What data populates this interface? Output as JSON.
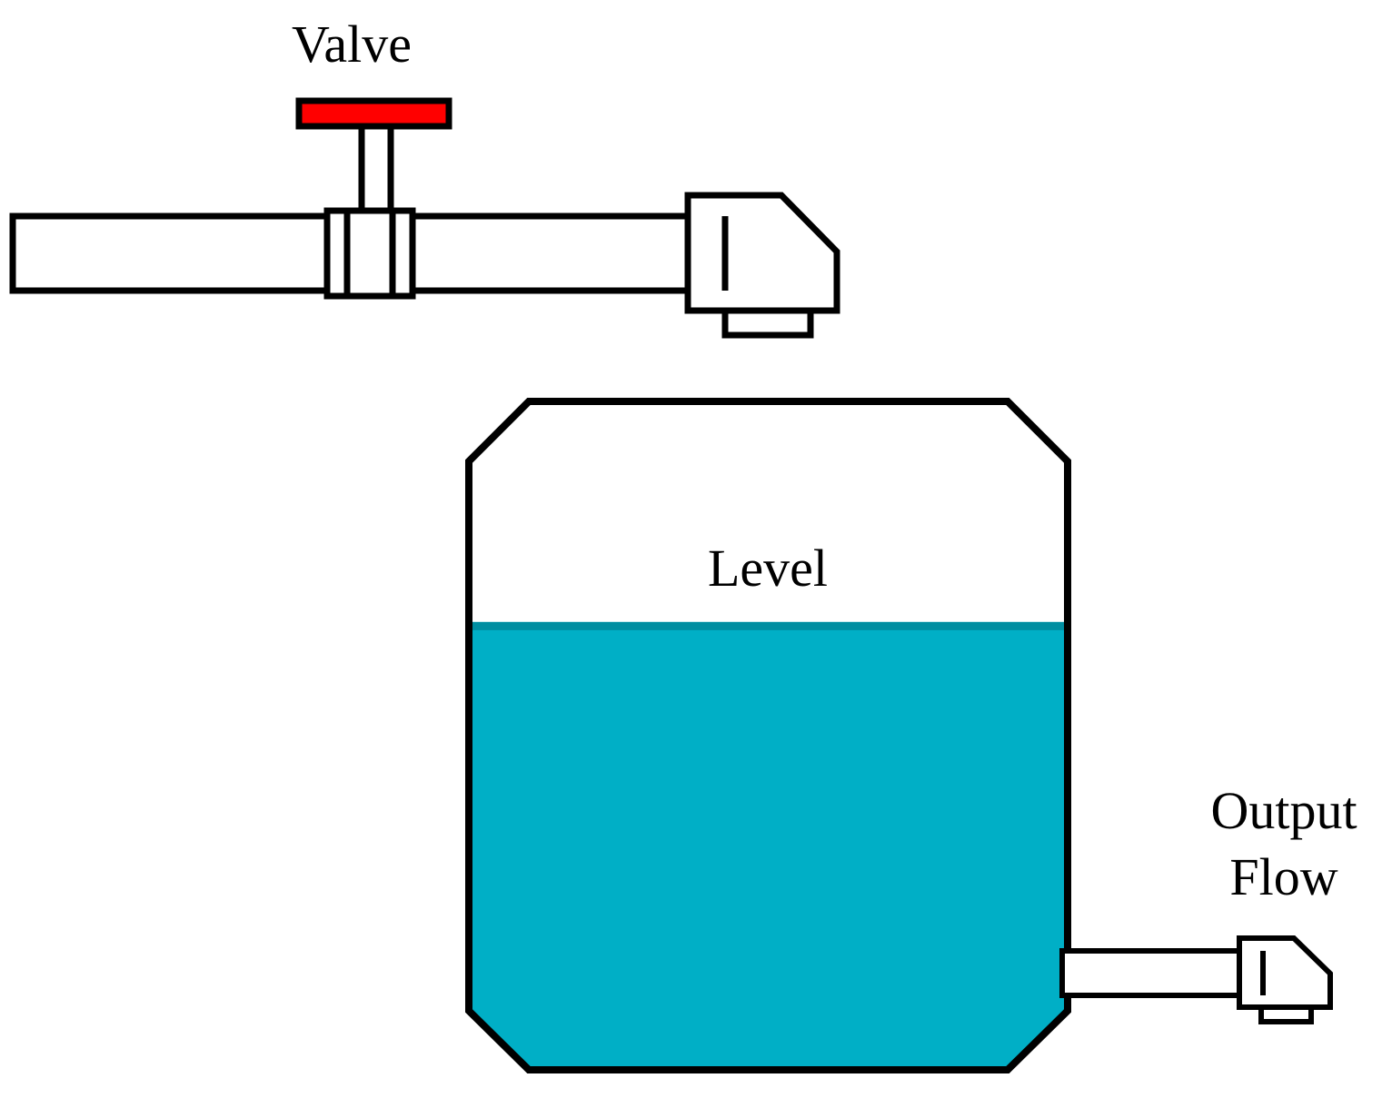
{
  "labels": {
    "valve": "Valve",
    "level": "Level",
    "output_line1": "Output",
    "output_line2": "Flow"
  },
  "colors": {
    "outline": "#000000",
    "valve_handle": "#ff0000",
    "water": "#00afc6",
    "water_surface": "#008ea1",
    "background": "#ffffff"
  },
  "tank": {
    "fill_level_fraction": 0.67
  }
}
